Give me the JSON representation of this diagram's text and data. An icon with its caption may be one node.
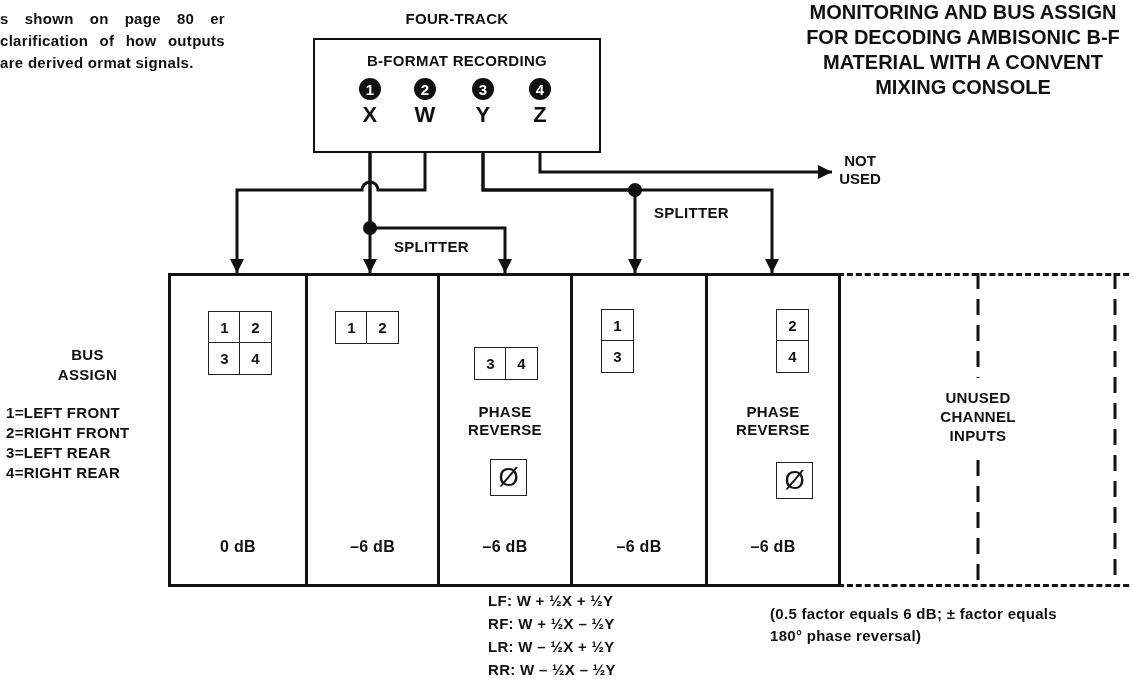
{
  "diagram": {
    "title": "MONITORING AND BUS ASSIGN FOR DECODING AMBISONIC B-F MATERIAL WITH A CONVENT MIXING CONSOLE",
    "nodes": [
      {
        "text": [
          "FOUR-TRACK",
          "B-FORMAT RECORDING"
        ]
      },
      {
        "text": [
          "1",
          "X"
        ],
        "in": 0
      },
      {
        "text": [
          "2",
          "W"
        ],
        "in": 0
      },
      {
        "text": [
          "3",
          "Y"
        ],
        "in": 0
      },
      {
        "text": [
          "4",
          "Z"
        ],
        "in": 0
      },
      {
        "text": [
          "NOT USED"
        ]
      },
      {
        "text": [
          "0 dB"
        ]
      },
      {
        "text": [
          "1"
        ],
        "in": 6
      },
      {
        "text": [
          "2"
        ],
        "in": 6
      },
      {
        "text": [
          "3"
        ],
        "in": 6
      },
      {
        "text": [
          "4"
        ],
        "in": 6
      },
      {
        "text": [
          "–6 dB"
        ]
      },
      {
        "text": [
          "1"
        ],
        "in": 11
      },
      {
        "text": [
          "2"
        ],
        "in": 11
      },
      {
        "text": [
          "PHASE REVERSE",
          "–6 dB"
        ]
      },
      {
        "text": [
          "3"
        ],
        "in": 14
      },
      {
        "text": [
          "4"
        ],
        "in": 14
      },
      {
        "text": [
          "Ø"
        ],
        "in": 14
      },
      {
        "text": [
          "–6 dB"
        ]
      },
      {
        "text": [
          "1"
        ],
        "in": 18
      },
      {
        "text": [
          "3"
        ],
        "in": 18
      },
      {
        "text": [
          "PHASE REVERSE",
          "–6 dB"
        ]
      },
      {
        "text": [
          "2"
        ],
        "in": 21
      },
      {
        "text": [
          "4"
        ],
        "in": 21
      },
      {
        "text": [
          "Ø"
        ],
        "in": 21
      },
      {
        "text": [
          "UNUSED CHANNEL INPUTS"
        ]
      }
    ],
    "edges": [
      {
        "from": 2,
        "to": 6,
        "arrow": "to"
      },
      {
        "from": 1,
        "to": 11,
        "arrow": "to"
      },
      {
        "from": 1,
        "to": 14,
        "label": "SPLITTER",
        "arrow": "to"
      },
      {
        "from": 3,
        "to": 18,
        "arrow": "to"
      },
      {
        "from": 3,
        "to": 21,
        "label": "SPLITTER",
        "arrow": "to"
      },
      {
        "from": 4,
        "to": 5,
        "arrow": "to"
      }
    ],
    "labels": [
      "s shown on page 80 er clarification of how outputs are derived ormat signals.",
      "BUS ASSIGN",
      "1=LEFT FRONT",
      "2=RIGHT FRONT",
      "3=LEFT REAR",
      "4=RIGHT REAR",
      "LF: W + ½X + ½Y",
      "RF: W + ½X – ½Y",
      "LR: W – ½X + ½Y",
      "RR: W – ½X – ½Y",
      "(0.5 factor equals 6 dB; ± factor equals 180° phase reversal)"
    ]
  }
}
